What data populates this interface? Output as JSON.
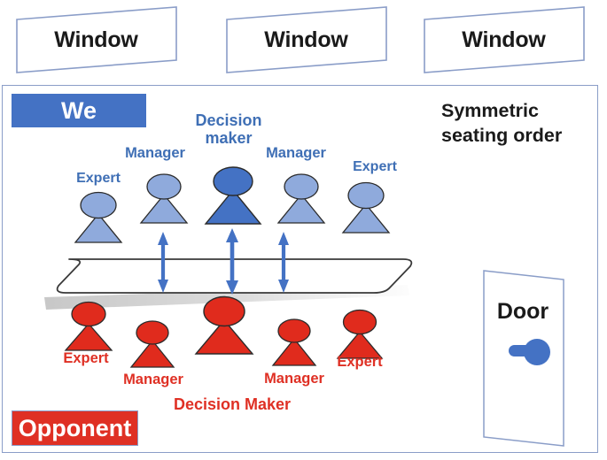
{
  "diagram": {
    "title_note": {
      "line1": "Symmetric",
      "line2": "seating order"
    },
    "windows": [
      {
        "label": "Window"
      },
      {
        "label": "Window"
      },
      {
        "label": "Window"
      }
    ],
    "badges": {
      "we": "We",
      "opponent": "Opponent"
    },
    "door": {
      "label": "Door",
      "handle_icon": "door-handle-icon"
    },
    "table": {
      "icon": "meeting-table-icon"
    },
    "arrows": [
      {
        "icon": "double-arrow-vertical-icon"
      },
      {
        "icon": "double-arrow-vertical-icon"
      },
      {
        "icon": "double-arrow-vertical-icon"
      }
    ],
    "we_side": {
      "color_primary": "#4472c4",
      "color_secondary": "#8faadc",
      "label_color": "#3f6fb5",
      "people": [
        {
          "role": "Expert",
          "rank": "secondary"
        },
        {
          "role": "Manager",
          "rank": "secondary"
        },
        {
          "role": "Decision maker",
          "rank": "primary"
        },
        {
          "role": "Manager",
          "rank": "secondary"
        },
        {
          "role": "Expert",
          "rank": "secondary"
        }
      ]
    },
    "opponent_side": {
      "color_primary": "#e02b1d",
      "label_color": "#df3024",
      "people": [
        {
          "role": "Expert",
          "rank": "secondary"
        },
        {
          "role": "Manager",
          "rank": "secondary"
        },
        {
          "role": "Decision Maker",
          "rank": "primary"
        },
        {
          "role": "Manager",
          "rank": "secondary"
        },
        {
          "role": "Expert",
          "rank": "secondary"
        }
      ]
    }
  }
}
